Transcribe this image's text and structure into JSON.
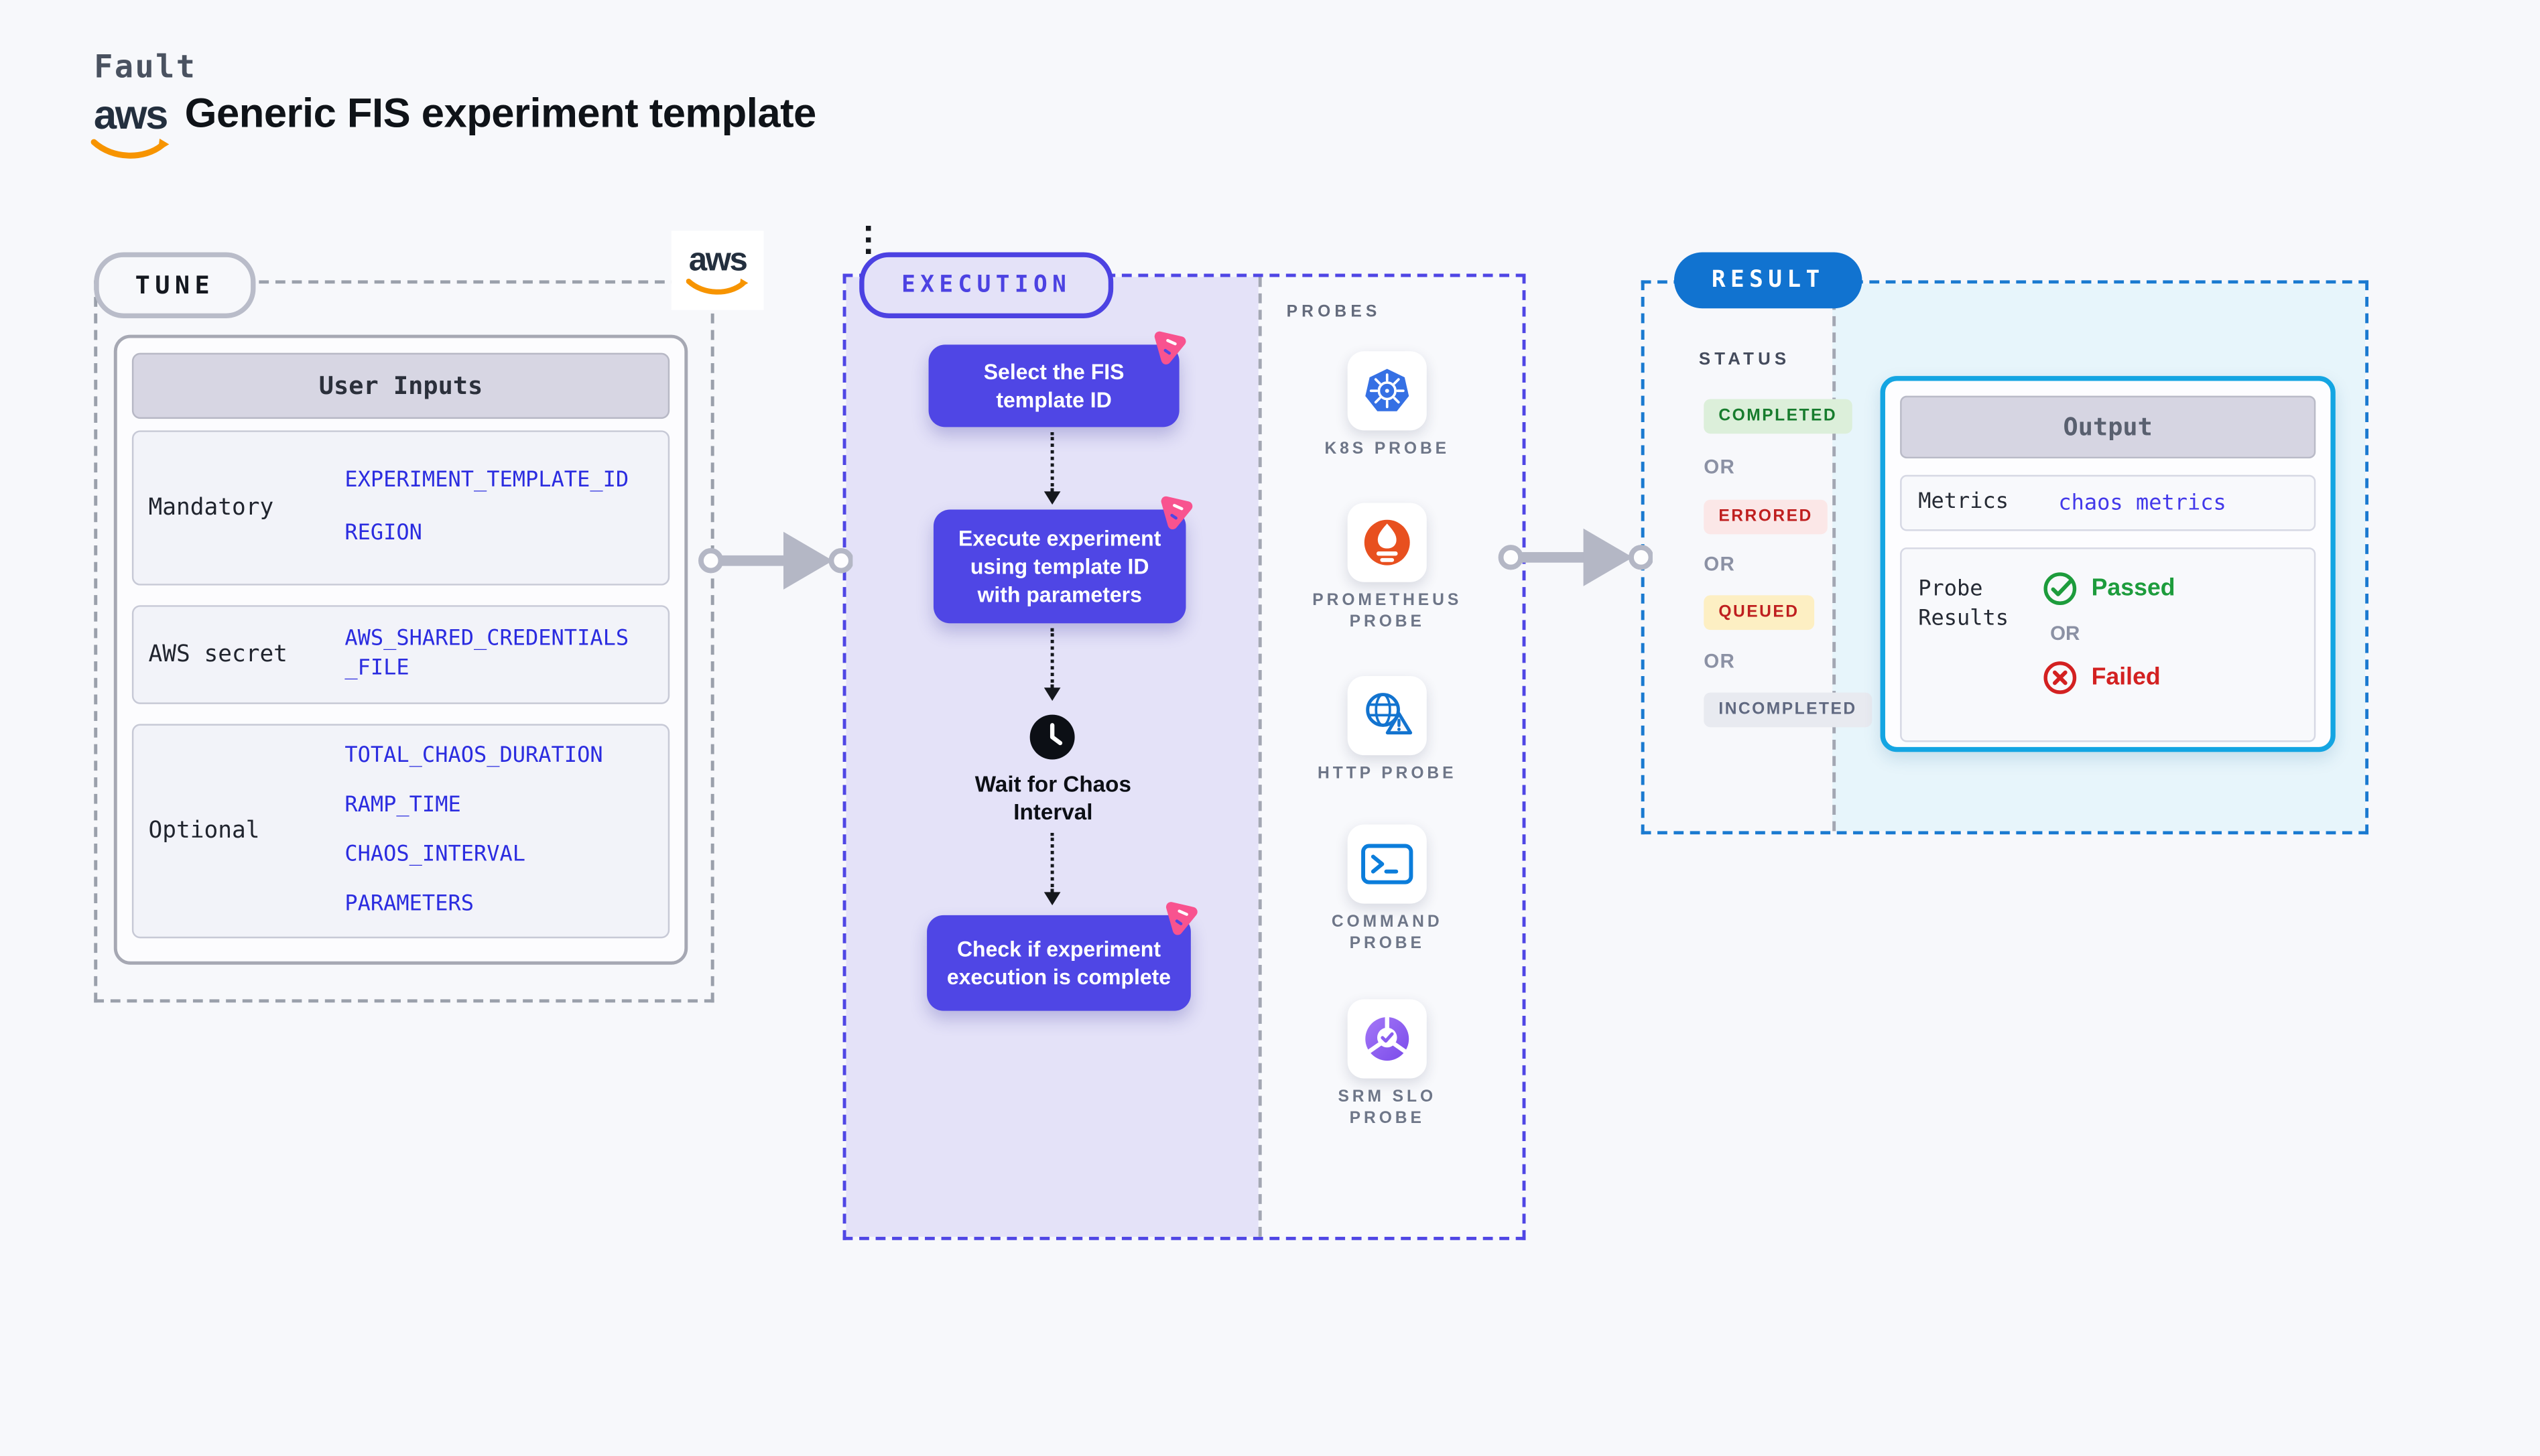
{
  "header": {
    "product_label": "Fault",
    "aws_logo_text": "aws",
    "title": "Generic FIS experiment template"
  },
  "tune": {
    "pill_label": "TUNE",
    "aws_logo_text": "aws",
    "user_inputs": {
      "header": "User Inputs",
      "rows": [
        {
          "label": "Mandatory",
          "values": [
            "EXPERIMENT_TEMPLATE_ID",
            "REGION"
          ]
        },
        {
          "label": "AWS secret",
          "values": [
            "AWS_SHARED_CREDENTIALS_FILE"
          ]
        },
        {
          "label": "Optional",
          "values": [
            "TOTAL_CHAOS_DURATION",
            "RAMP_TIME",
            "CHAOS_INTERVAL",
            "PARAMETERS"
          ]
        }
      ]
    }
  },
  "execution": {
    "pill_label": "EXECUTION",
    "steps": [
      {
        "label": "Select the FIS template ID"
      },
      {
        "label": "Execute experiment using template ID with parameters"
      }
    ],
    "wait_label": "Wait for Chaos Interval",
    "final_step": "Check if experiment execution is complete",
    "probes": {
      "title": "PROBES",
      "items": [
        {
          "name": "K8S PROBE",
          "icon": "kubernetes-icon"
        },
        {
          "name": "PROMETHEUS PROBE",
          "icon": "prometheus-icon"
        },
        {
          "name": "HTTP PROBE",
          "icon": "globe-warning-icon"
        },
        {
          "name": "COMMAND PROBE",
          "icon": "terminal-icon"
        },
        {
          "name": "SRM SLO PROBE",
          "icon": "slo-donut-check-icon"
        }
      ]
    }
  },
  "result": {
    "pill_label": "RESULT",
    "status": {
      "title": "STATUS",
      "or_label": "OR",
      "badges": [
        {
          "text": "COMPLETED",
          "type": "success"
        },
        {
          "text": "ERRORED",
          "type": "error"
        },
        {
          "text": "QUEUED",
          "type": "warning"
        },
        {
          "text": "INCOMPLETED",
          "type": "neutral"
        }
      ]
    },
    "output": {
      "header": "Output",
      "rows": {
        "metrics_label": "Metrics",
        "metrics_value": "chaos metrics",
        "probe_results_label": "Probe Results",
        "passed_label": "Passed",
        "or_label": "OR",
        "failed_label": "Failed"
      }
    }
  },
  "colors": {
    "accent_indigo": "#4f46e5",
    "accent_blue": "#1173d0",
    "accent_cyan": "#14a5e2",
    "badge_pink": "#f8538f",
    "success_green": "#1d9c3c",
    "error_red": "#d32121",
    "aws_orange": "#f79400",
    "value_blue": "#2b2ce0"
  }
}
